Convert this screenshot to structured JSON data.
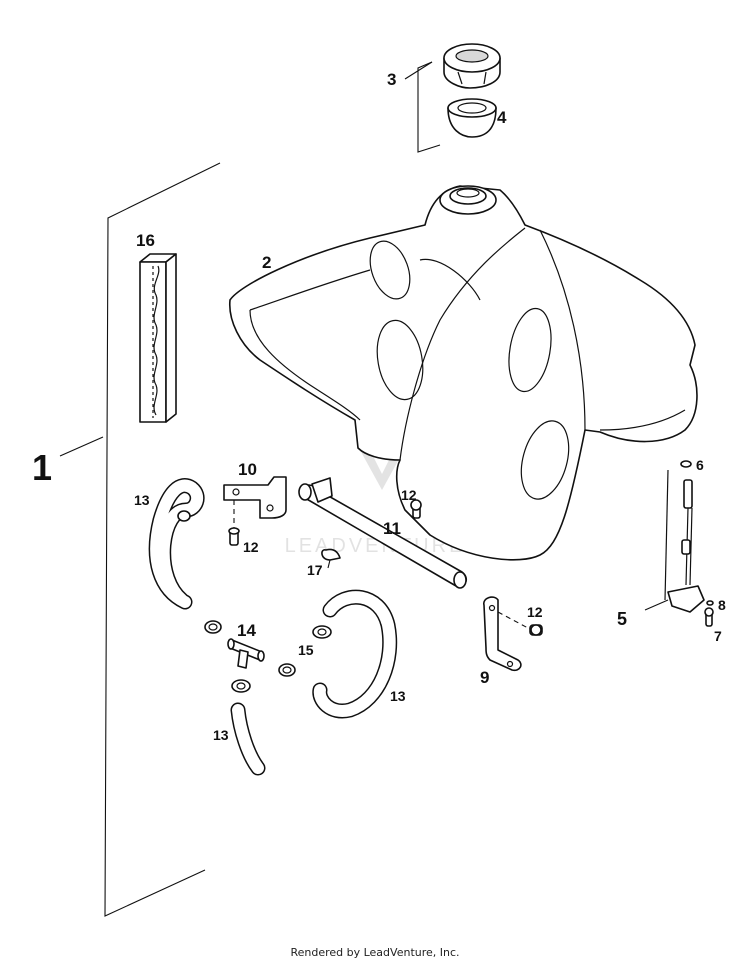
{
  "diagram": {
    "labels": {
      "l1": "1",
      "l2": "2",
      "l3": "3",
      "l4": "4",
      "l5": "5",
      "l6": "6",
      "l7": "7",
      "l8": "8",
      "l9": "9",
      "l10": "10",
      "l11": "11",
      "l12a": "12",
      "l12b": "12",
      "l12c": "12",
      "l13a": "13",
      "l13b": "13",
      "l13c": "13",
      "l14": "14",
      "l15": "15",
      "l16": "16",
      "l17": "17"
    },
    "watermark": "LEADVENTURE"
  },
  "footer": {
    "credit": "Rendered by LeadVenture, Inc."
  }
}
